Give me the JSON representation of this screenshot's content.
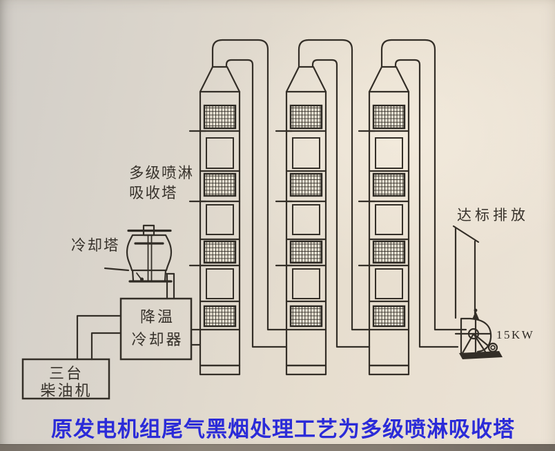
{
  "labels": {
    "absorber_tower": {
      "line1": "多级喷淋",
      "line2": "吸收塔"
    },
    "cooling_tower": "冷却塔",
    "cooler": {
      "line1": "降温",
      "line2": "冷却器"
    },
    "diesel": {
      "line1": "三台",
      "line2": "柴油机"
    },
    "emission": "达标排放",
    "fan_power": "15KW"
  },
  "caption": {
    "text": "原发电机组尾气黑烟处理工艺为多级喷淋吸收塔",
    "color": "#2b2bd8"
  },
  "colors": {
    "paper_left": "#d2cec8",
    "paper_right": "#ece3d6",
    "ink": "#332e27",
    "caption_blue": "#2b2bd8",
    "photo_bottom_edge": "#7b7369"
  },
  "diagram": {
    "tower_count": 3,
    "mesh_sections_per_tower": 4,
    "window_sections_per_tower": 3
  }
}
